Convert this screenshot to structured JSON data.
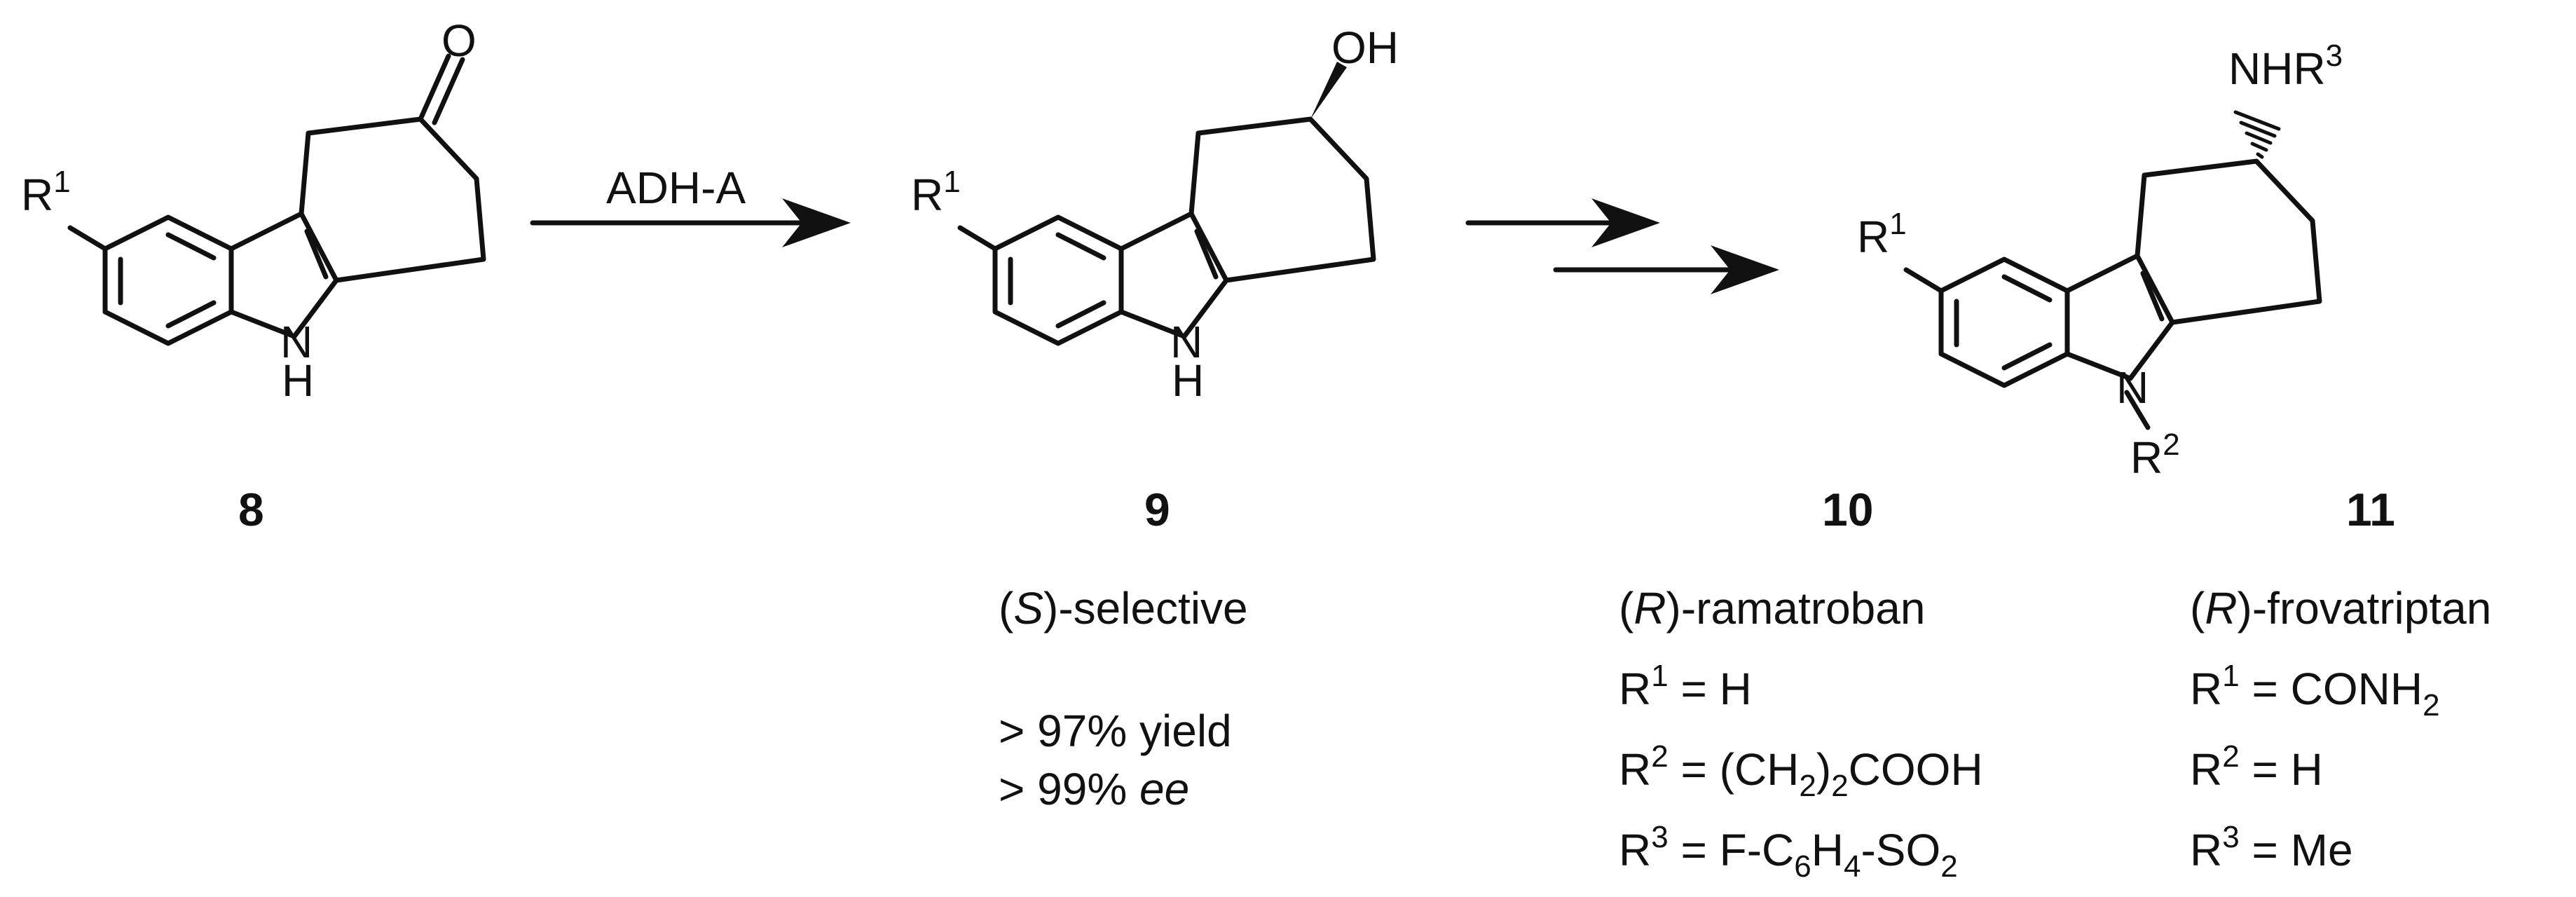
{
  "reagent": "ADH-A",
  "compounds": {
    "c8": {
      "label": "8",
      "ketone_o": "O",
      "nh_n": "N",
      "nh_h": "H",
      "r": "R",
      "r_sup": "1"
    },
    "c9": {
      "label": "9",
      "oh": "OH",
      "nh_n": "N",
      "nh_h": "H",
      "r": "R",
      "r_sup": "1",
      "selectivity_pre": "(",
      "selectivity_italic": "S",
      "selectivity_post": ")-selective",
      "yield": "> 97% yield",
      "ee_pre": "> 99% ",
      "ee_italic": "ee"
    },
    "c10": {
      "label": "10",
      "n": "N",
      "r": "R",
      "r_sup": "1",
      "r2": "R",
      "r2_sup": "2",
      "nhr_main": "NHR",
      "nhr_sup": "3"
    },
    "c11": {
      "label": "11"
    }
  },
  "products": {
    "ramatroban": {
      "name_pre": "(",
      "name_italic": "R",
      "name_post": ")-ramatroban",
      "r1": {
        "pre": "R",
        "sup": "1",
        "text": " = H"
      },
      "r2": {
        "pre": "R",
        "sup": "2",
        "a": " = (CH",
        "sub1": "2",
        "b": ")",
        "sub2": "2",
        "c": "COOH"
      },
      "r3": {
        "pre": "R",
        "sup": "3",
        "a": " = F-C",
        "sub1": "6",
        "b": "H",
        "sub2": "4",
        "c": "-SO",
        "sub3": "2"
      }
    },
    "frovatriptan": {
      "name_pre": "(",
      "name_italic": "R",
      "name_post": ")-frovatriptan",
      "r1": {
        "pre": "R",
        "sup": "1",
        "a": " = CONH",
        "sub1": "2"
      },
      "r2": {
        "pre": "R",
        "sup": "2",
        "text": " = H"
      },
      "r3": {
        "pre": "R",
        "sup": "3",
        "text": " = Me"
      }
    }
  }
}
